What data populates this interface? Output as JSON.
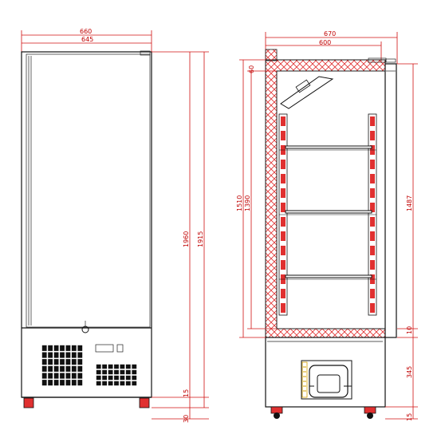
{
  "front_view": {
    "dimensions": {
      "outer_width": "660",
      "inner_width": "645",
      "total_height": "1960",
      "cabinet_height": "1915",
      "plinth_gap": "15",
      "foot_height": "30"
    },
    "vent_rows": 4
  },
  "side_view": {
    "dimensions": {
      "outer_depth": "670",
      "inner_depth": "600",
      "top_insulation": "60",
      "interior_height": "1510",
      "usable_height": "1390",
      "door_height": "1487",
      "bottom_insulation": "10",
      "compressor_height": "345",
      "foot_height": "15"
    },
    "shelf_count": 3,
    "rack_slots": 14
  },
  "colors": {
    "dimension": "#d01010",
    "outline": "#111111",
    "insulation": "#e03030"
  }
}
